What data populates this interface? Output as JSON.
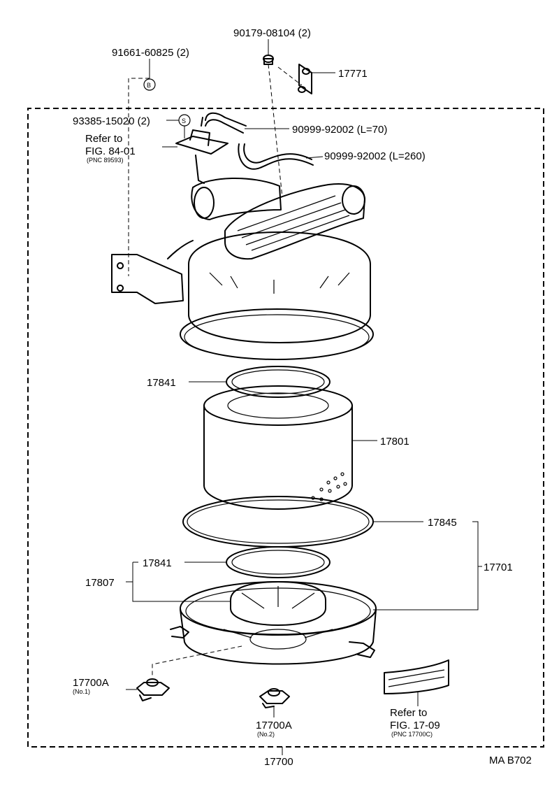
{
  "labels": {
    "bolt_cap": "90179-08104 (2)",
    "bolt_b": "91661-60825 (2)",
    "stay": "17771",
    "screw_s": "93385-15020 (2)",
    "refer_84_line1": "Refer to",
    "refer_84_line2": "FIG. 84-01",
    "refer_84_pnc": "(PNC 89593)",
    "hose_70": "90999-92002 (L=70)",
    "hose_260": "90999-92002 (L=260)",
    "gasket_top": "17841",
    "element": "17801",
    "gasket_mid": "17845",
    "gasket_low": "17841",
    "sub_assy": "17807",
    "case_assy": "17701",
    "clamp_no1": "17700A",
    "clamp_no1_sub": "(No.1)",
    "clamp_no2": "17700A",
    "clamp_no2_sub": "(No.2)",
    "refer_17_line1": "Refer to",
    "refer_17_line2": "FIG. 17-09",
    "refer_17_pnc": "(PNC 17700C)",
    "assembly": "17700",
    "drawing_code": "MA B702"
  },
  "callouts": {
    "b_symbol": "B",
    "s_symbol": "S"
  }
}
